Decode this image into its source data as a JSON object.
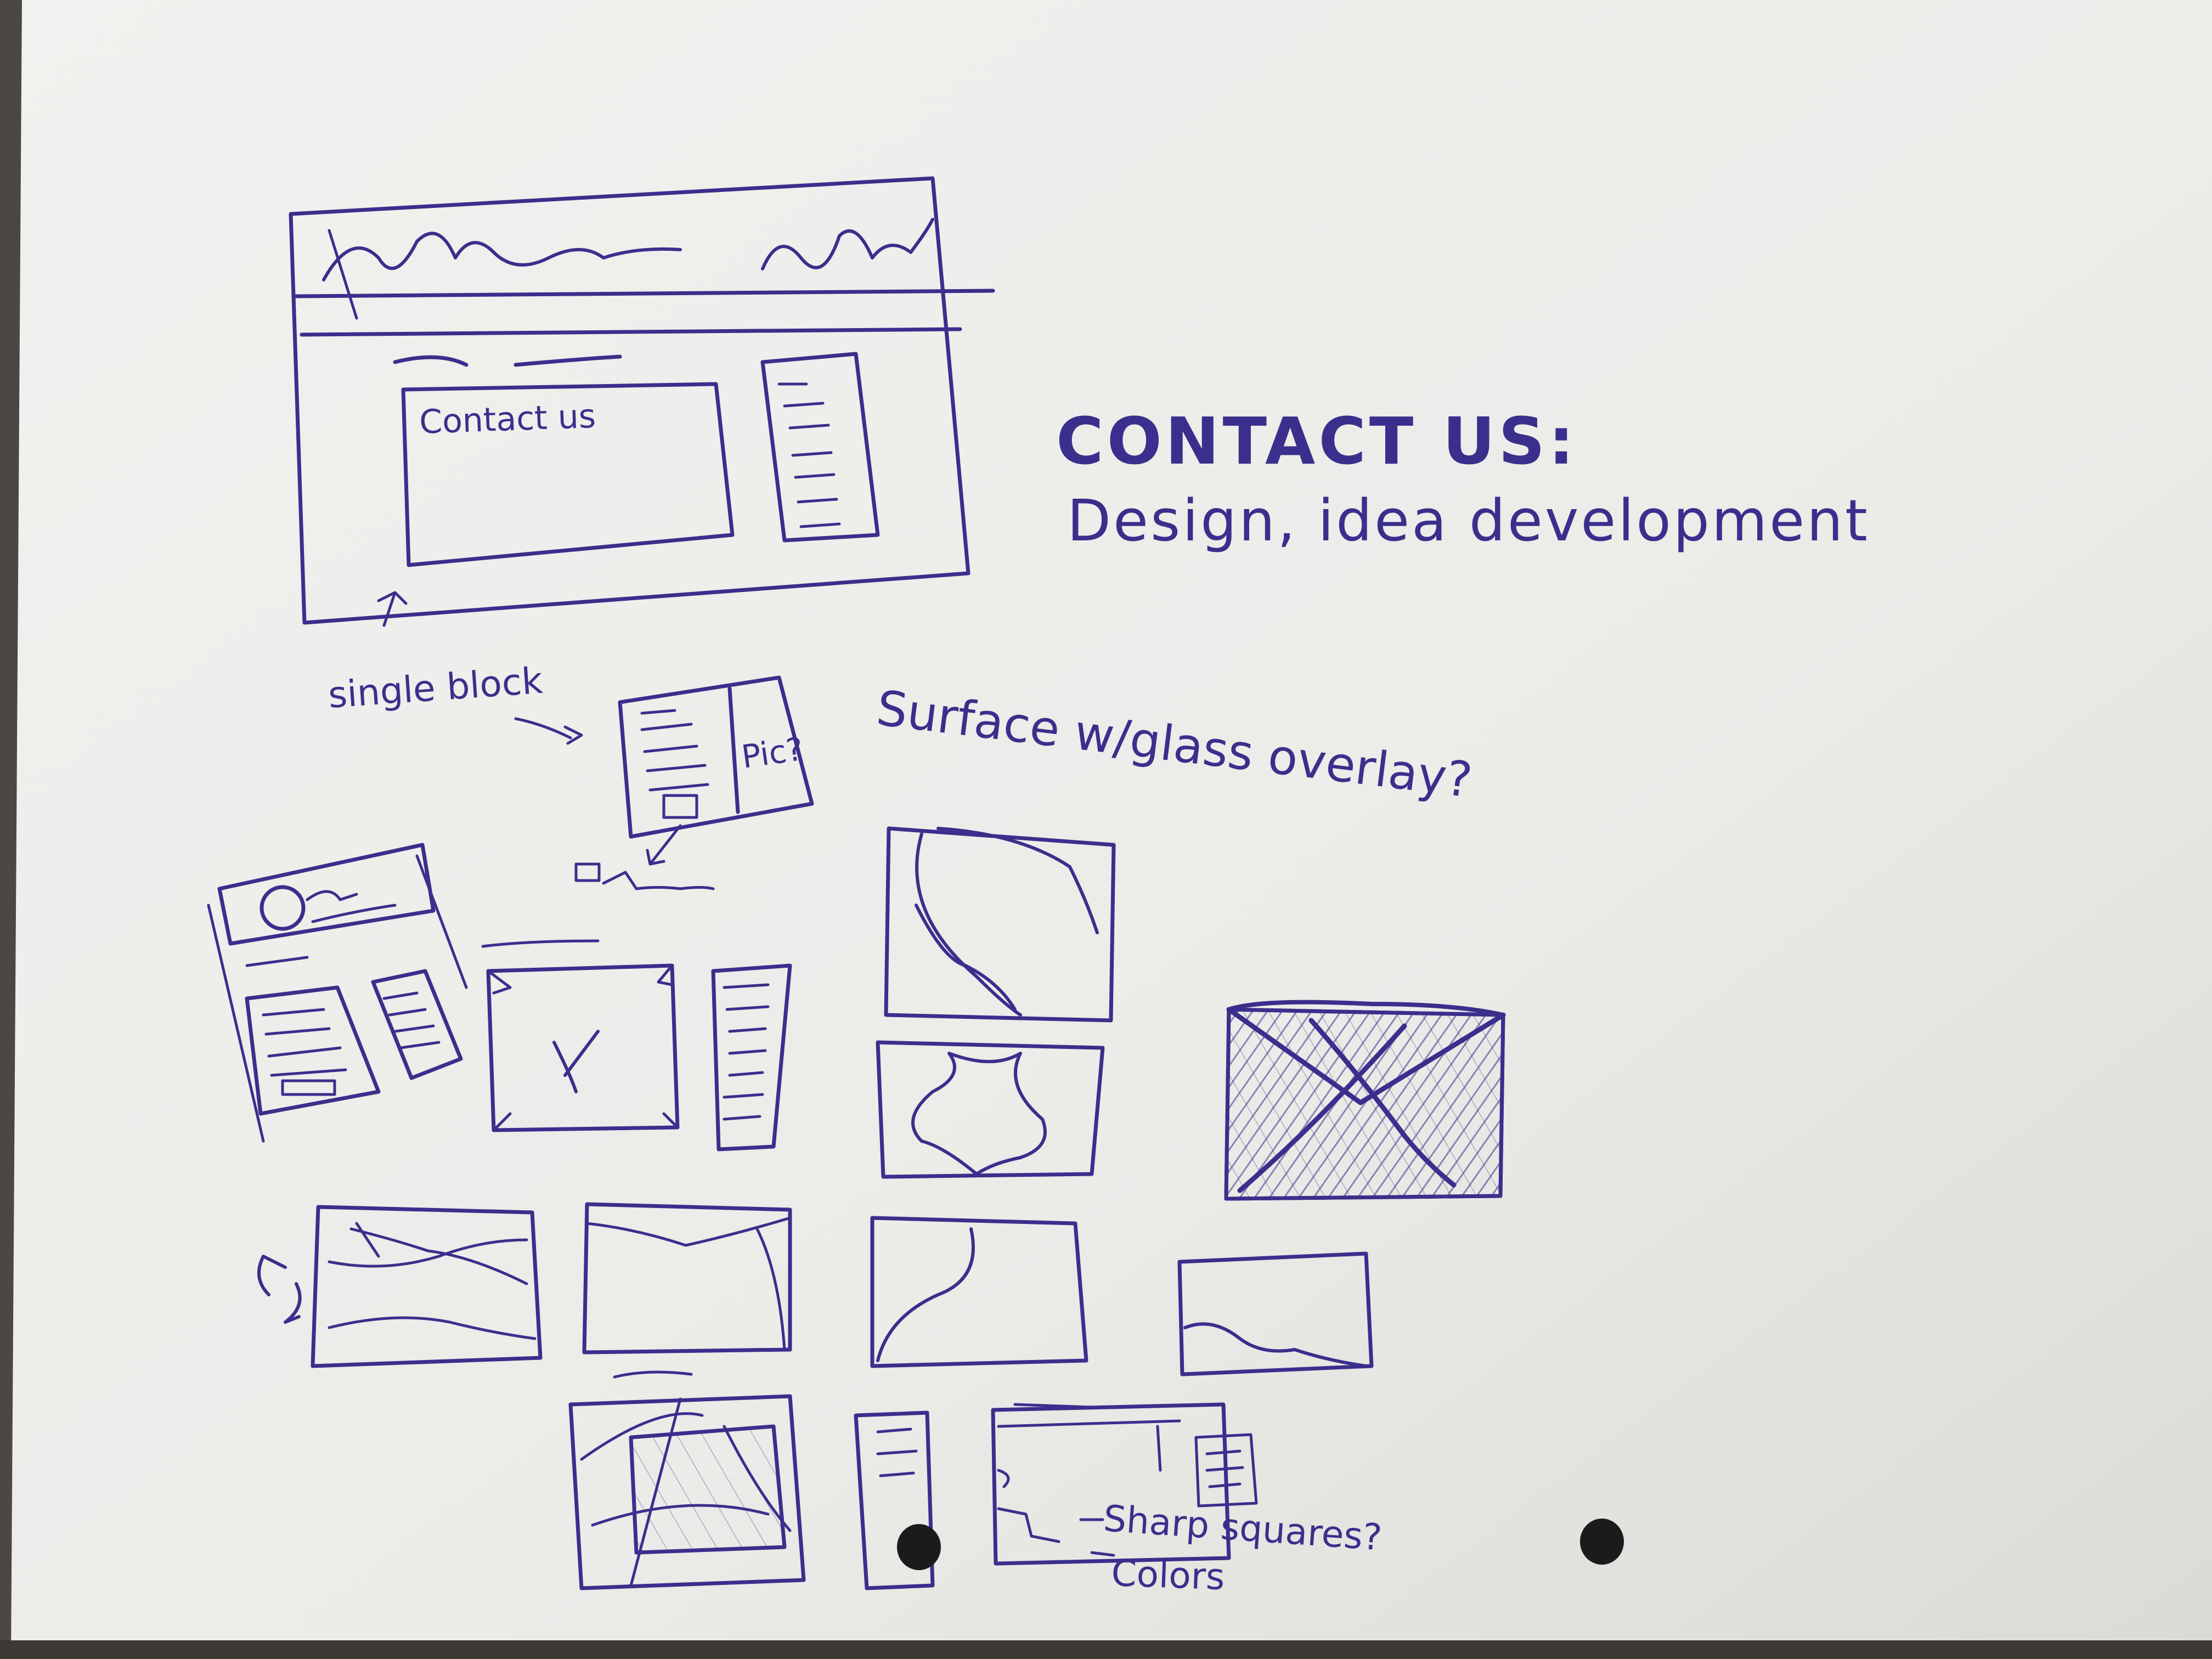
{
  "colors": {
    "ink": "#3a2f8c",
    "paper": "#eeeeec",
    "paper_shadow": "#d8d6d2",
    "background": "#4a4744",
    "hole": "#1c1a1a"
  },
  "notes": {
    "heading": "CONTACT US:",
    "subheading": "Design, idea development",
    "wireframe_box_label": "Contact us",
    "single_block": "single block",
    "pic_label": "Pic?",
    "surface_note": "Surface w/glass overlay?",
    "sharp_squares": "Sharp squares?",
    "colors_note": "Colors"
  }
}
